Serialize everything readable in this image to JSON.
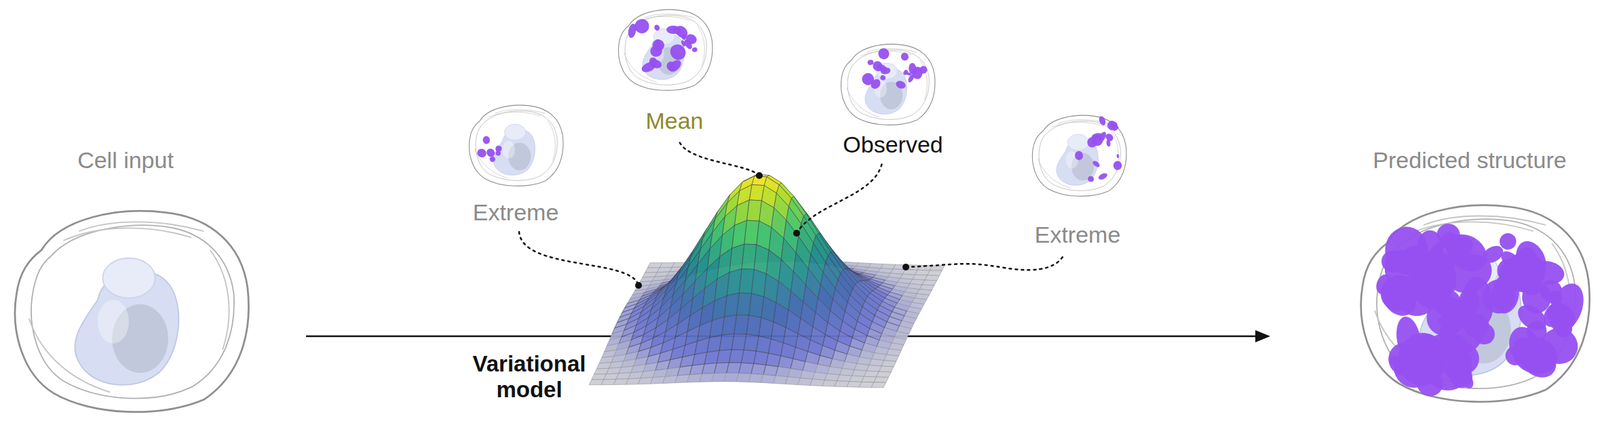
{
  "diagram": {
    "nodes": [
      {
        "text": [
          "Cell input"
        ]
      },
      {
        "text": [
          "Predicted structure"
        ]
      }
    ],
    "edges": [
      {
        "from": 0,
        "to": 1,
        "arrow": "to",
        "label": "Variational model"
      }
    ],
    "labels": [
      "Extreme",
      "Mean",
      "Observed",
      "Extreme"
    ]
  }
}
